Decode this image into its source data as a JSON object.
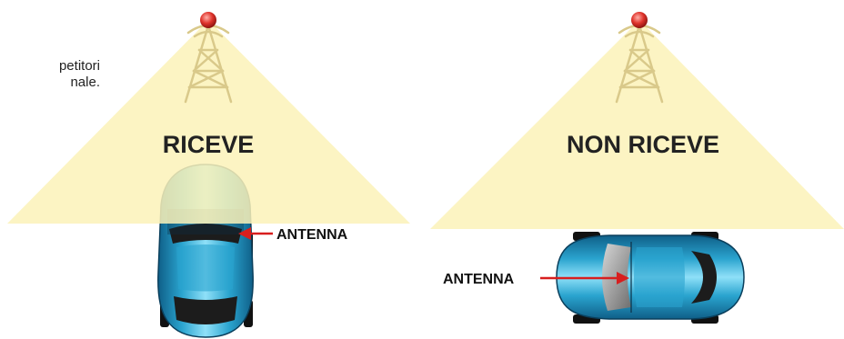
{
  "note_lines": [
    "petitori",
    "nale."
  ],
  "left_panel": {
    "status_label": "RICEVE",
    "antenna_label": "ANTENNA"
  },
  "right_panel": {
    "status_label": "NON RICEVE",
    "antenna_label": "ANTENNA"
  },
  "colors": {
    "signal_cone": "#fbf2b8",
    "car_body": "#2aa4cf",
    "antenna_arrow": "#d81e1e",
    "tower_light": "#e0342c"
  },
  "icons": [
    "transmission-tower-icon",
    "car-icon",
    "arrow-icon"
  ]
}
